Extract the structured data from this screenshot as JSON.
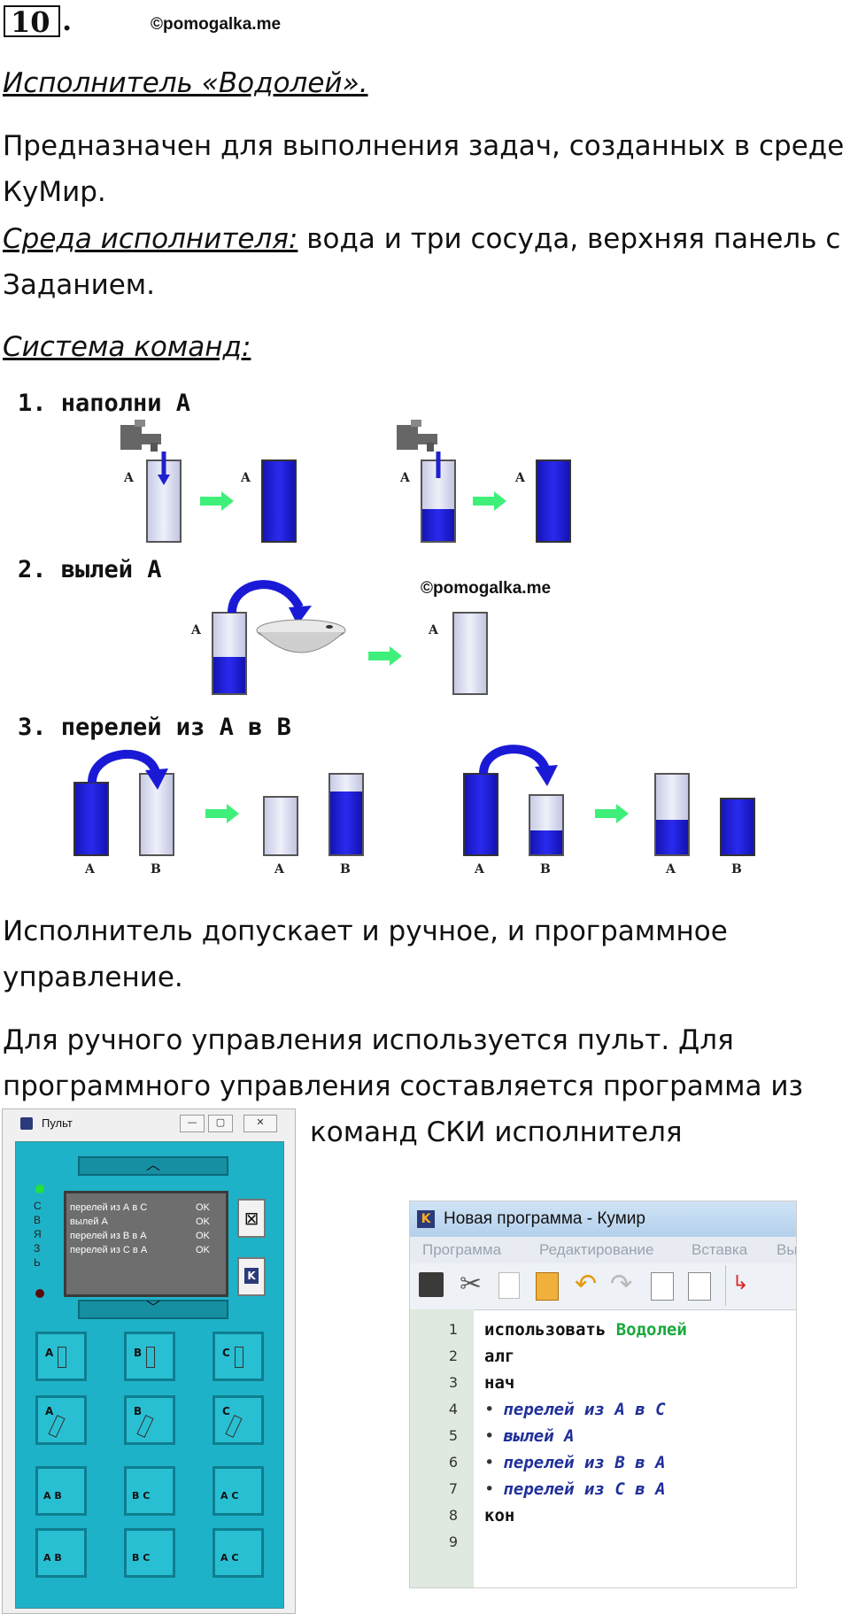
{
  "task_number": "10",
  "task_dot": ".",
  "watermark_top": "©pomogalka.me",
  "watermark_mid": "©pomogalka.me",
  "heading": "Исполнитель «Водолей».",
  "para1_line1": "Предназначен для выполнения задач, созданных в среде",
  "para1_line2": "КуМир.",
  "env_label": "Среда исполнителя:",
  "env_text": " вода и три сосуда, верхняя панель с",
  "env_line2": "Заданием.",
  "commands_heading": "Система команд:",
  "commands": [
    {
      "label": "1. наполни А"
    },
    {
      "label": "2. вылей А"
    },
    {
      "label": "3. перелей из А в В"
    }
  ],
  "vessel_labels": {
    "a": "A",
    "b": "B"
  },
  "para2_line1": "Исполнитель допускает и ручное, и программное",
  "para2_line2": "управление.",
  "para3_line1": "Для ручного управления используется пульт. Для",
  "para3_line2": "программного управления составляется программа из",
  "para3_line3": "команд СКИ исполнителя",
  "pult": {
    "title": "Пульт",
    "side_label": "СВЯЗЬ",
    "rows": [
      {
        "cmd": "перелей из А в С",
        "status": "OK"
      },
      {
        "cmd": "вылей А",
        "status": "OK"
      },
      {
        "cmd": "перелей из В в А",
        "status": "OK"
      },
      {
        "cmd": "перелей из С в А",
        "status": "OK"
      }
    ],
    "pad_labels": [
      "A",
      "B",
      "C",
      "A",
      "B",
      "C",
      "A B",
      "B C",
      "A C",
      "A B",
      "B C",
      "A C"
    ]
  },
  "kumir": {
    "title": "Новая программа - Кумир",
    "menu": [
      "Программа",
      "Редактирование",
      "Вставка",
      "Вы"
    ],
    "lines": [
      {
        "n": "1"
      },
      {
        "n": "2",
        "kw": "алг"
      },
      {
        "n": "3",
        "kw": "нач"
      },
      {
        "n": "4"
      },
      {
        "n": "5"
      },
      {
        "n": "6"
      },
      {
        "n": "7"
      },
      {
        "n": "8",
        "kw": "кон"
      },
      {
        "n": "9"
      }
    ],
    "line1_kw": "использовать",
    "line1_name": "Водолей",
    "line4_a": "перелей",
    "line4_b": "из",
    "line4_c": "А",
    "line4_d": "в",
    "line4_e": "С",
    "line5_a": "вылей",
    "line5_b": "А",
    "line6_a": "перелей",
    "line6_b": "из",
    "line6_c": "В",
    "line6_d": "в",
    "line6_e": "А",
    "line7_a": "перелей",
    "line7_b": "из",
    "line7_c": "С",
    "line7_d": "в",
    "line7_e": "А",
    "bullet": "•"
  },
  "colors": {
    "water": "#1a1ad6",
    "glass": "#d6d8ee",
    "arrow": "#3ef07a",
    "panel": "#1eb2c8"
  }
}
